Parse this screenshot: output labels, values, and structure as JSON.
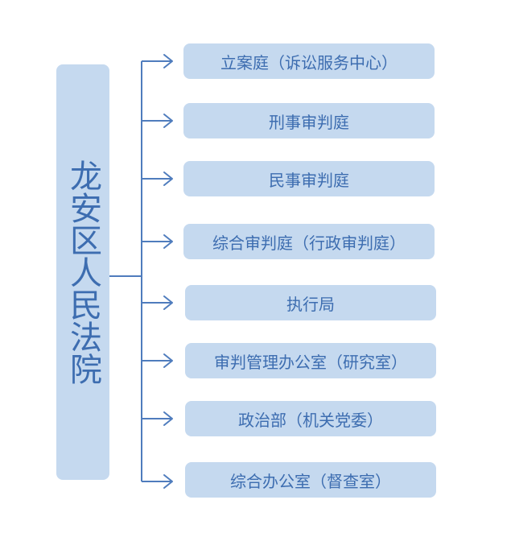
{
  "colors": {
    "box_fill": "#c5d9ef",
    "text": "#3d6db0",
    "line": "#4f7cbd"
  },
  "root": {
    "label": "龙安区人民法院"
  },
  "branches": [
    {
      "label": "立案庭（诉讼服务中心）"
    },
    {
      "label": "刑事审判庭"
    },
    {
      "label": "民事审判庭"
    },
    {
      "label": "综合审判庭（行政审判庭）"
    },
    {
      "label": "执行局"
    },
    {
      "label": "审判管理办公室（研究室）"
    },
    {
      "label": "政治部（机关党委）"
    },
    {
      "label": "综合办公室（督查室）"
    }
  ]
}
